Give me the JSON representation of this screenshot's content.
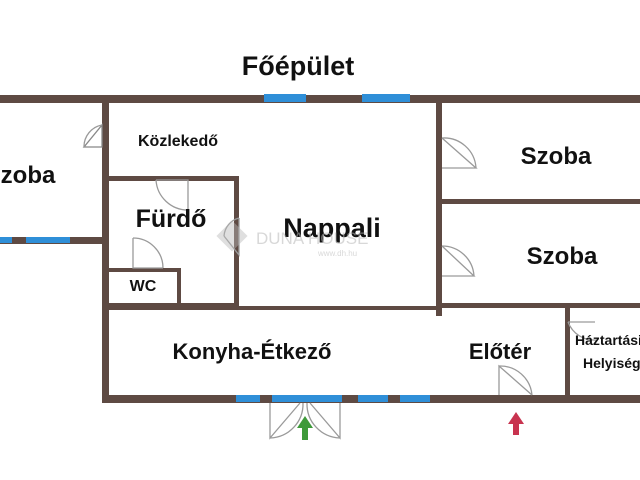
{
  "title": "Főépület",
  "rooms": {
    "szoba_left": "Szoba",
    "kozlekedo": "Közlekedő",
    "furdo": "Fürdő",
    "wc": "WC",
    "nappali": "Nappali",
    "szoba_top": "Szoba",
    "szoba_mid": "Szoba",
    "konyha": "Konyha-Étkező",
    "eloter": "Előtér",
    "haztartasi": "Háztartási",
    "helyiseg": "Helyiség"
  },
  "watermark": {
    "brand": "DUNA HOUSE",
    "sub": "www.dh.hu"
  },
  "colors": {
    "wall": "#5e4a43",
    "window": "#2f8fd8",
    "entrance_arrow": "#3e9a3a",
    "secondary_arrow": "#c8334f"
  },
  "icons": {
    "entrance": "entrance-arrow-icon",
    "secondary": "secondary-entrance-arrow-icon",
    "logo": "duna-house-logo-icon"
  }
}
